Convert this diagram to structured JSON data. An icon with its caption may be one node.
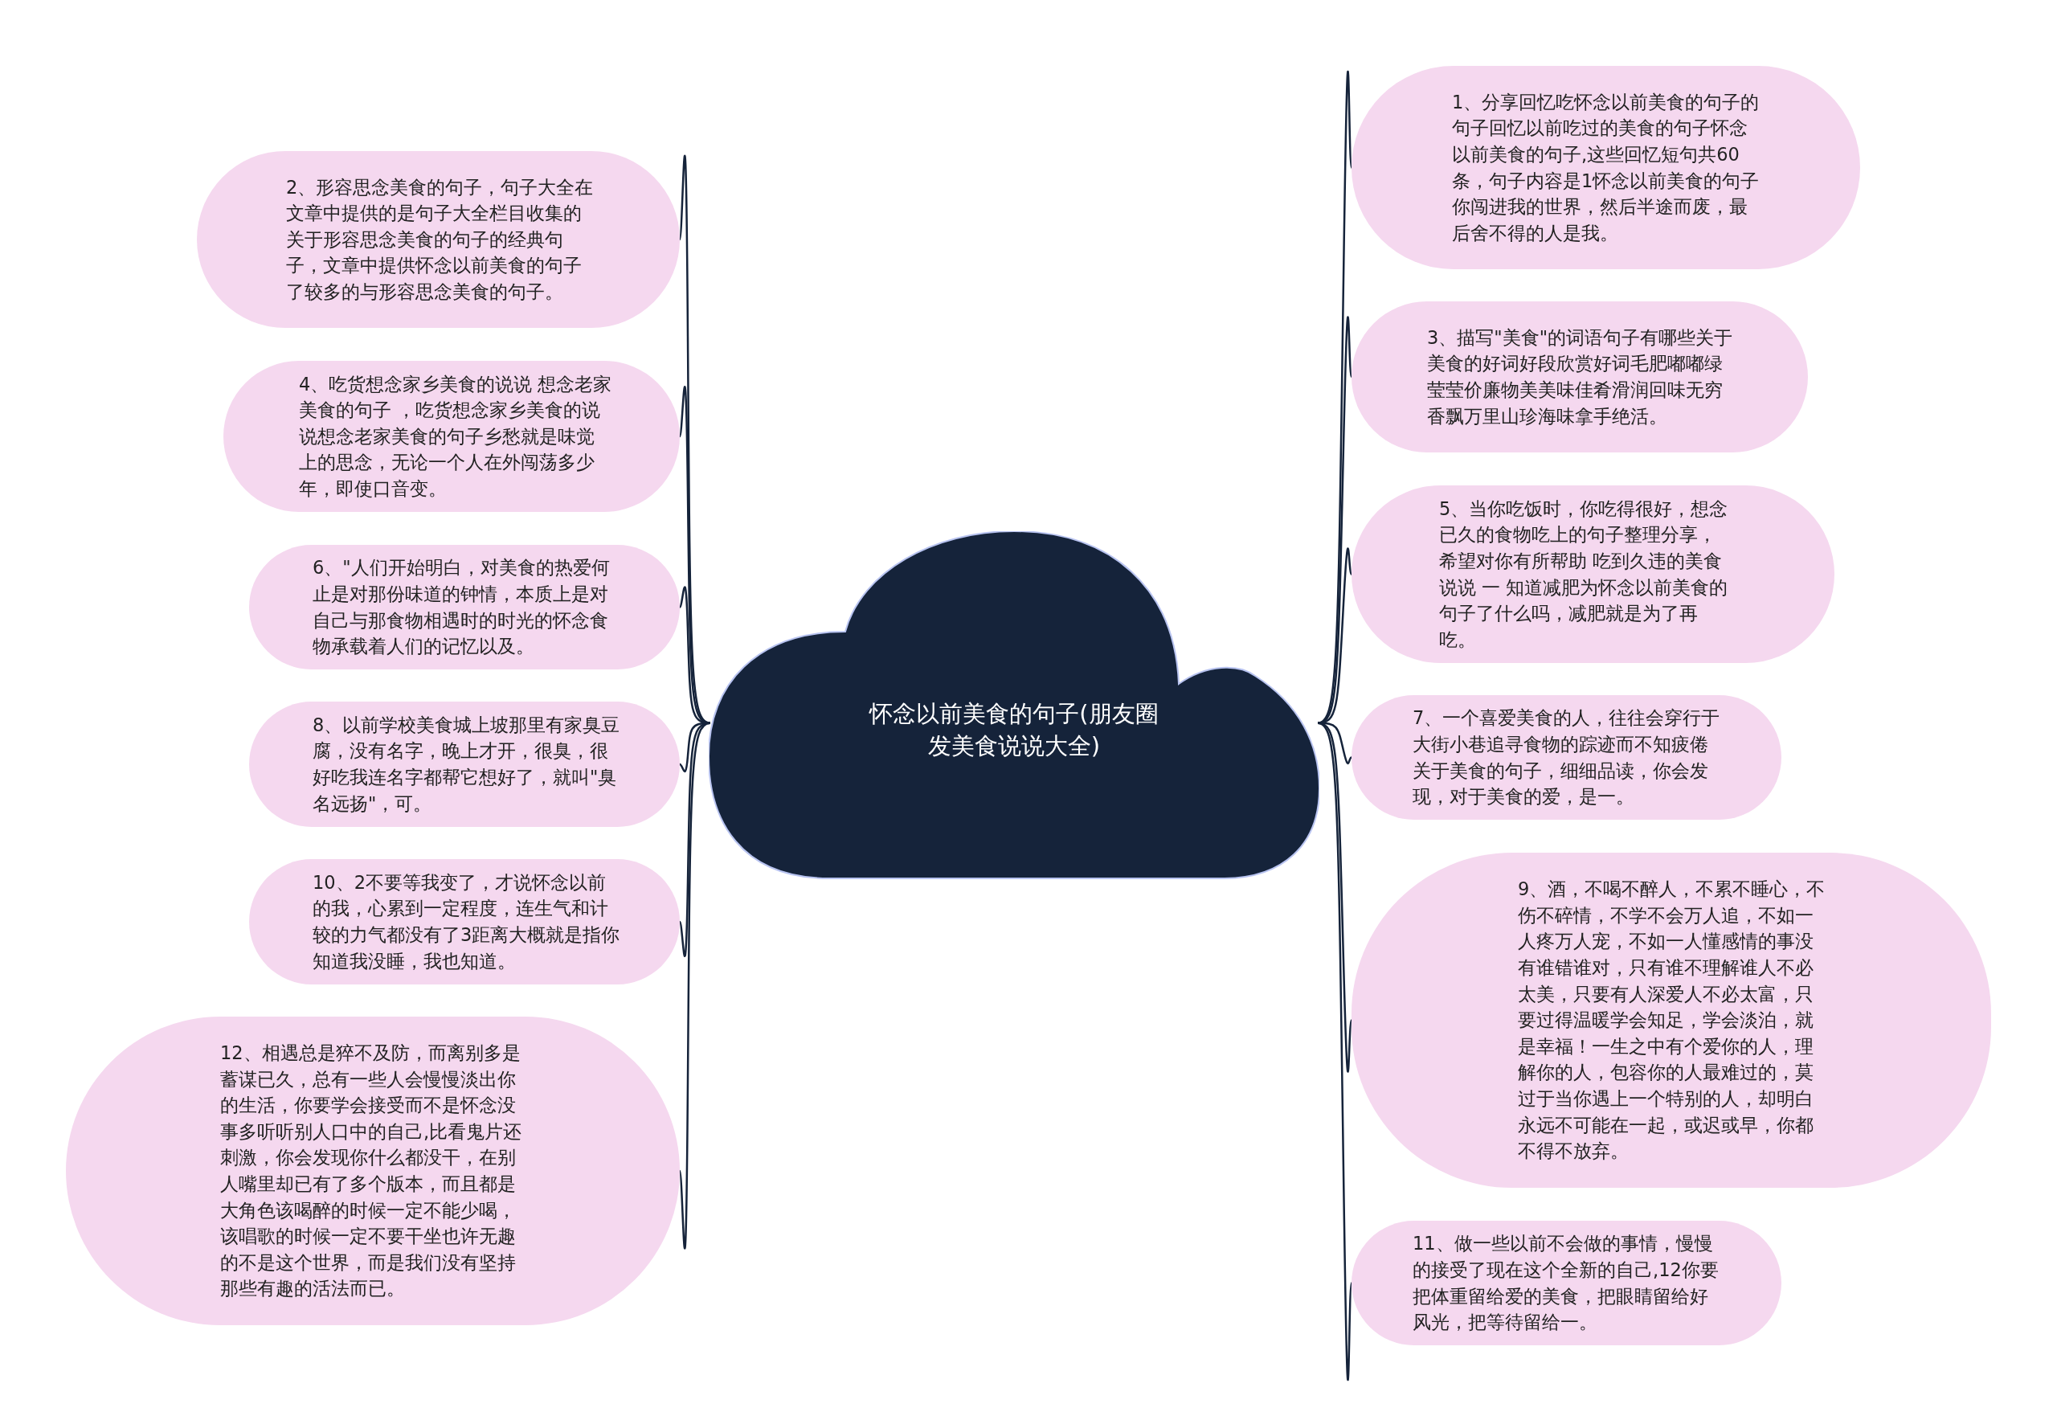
{
  "diagram": {
    "nodes": [
      {
        "text": [
          "怀念以前美食的句子(朋友圈发美食说说大全)"
        ]
      },
      {
        "text": [
          "1、分享回忆吃怀念以前美食的句子的句子回忆以前吃过的美食的句子怀念以前美食的句子,这些回忆短句共60条，句子内容是1怀念以前美食的句子你闯进我的世界，然后半途而废，最后舍不得的人是我。"
        ]
      },
      {
        "text": [
          "2、形容思念美食的句子，句子大全在文章中提供的是句子大全栏目收集的关于形容思念美食的句子的经典句子，文章中提供怀念以前美食的句子了较多的与形容思念美食的句子。"
        ]
      },
      {
        "text": [
          "3、描写\"美食\"的词语句子有哪些关于美食的好词好段欣赏好词毛肥嘟嘟绿莹莹价廉物美美味佳肴滑润回味无穷香飘万里山珍海味拿手绝活。"
        ]
      },
      {
        "text": [
          "4、吃货想念家乡美食的说说 想念老家美食的句子 ，吃货想念家乡美食的说说想念老家美食的句子乡愁就是味觉上的思念，无论一个人在外闯荡多少年，即使口音变。"
        ]
      },
      {
        "text": [
          "5、当你吃饭时，你吃得很好，想念已久的食物吃上的句子整理分享，希望对你有所帮助 吃到久违的美食说说 一 知道减肥为怀念以前美食的句子了什么吗，减肥就是为了再吃。"
        ]
      },
      {
        "text": [
          "6、\"人们开始明白，对美食的热爱何止是对那份味道的钟情，本质上是对自己与那食物相遇时的时光的怀念食物承载着人们的记忆以及。"
        ]
      },
      {
        "text": [
          "7、一个喜爱美食的人，往往会穿行于大街小巷追寻食物的踪迹而不知疲倦关于美食的句子，细细品读，你会发现，对于美食的爱，是一。"
        ]
      },
      {
        "text": [
          "8、以前学校美食城上坡那里有家臭豆腐，没有名字，晚上才开，很臭，很好吃我连名字都帮它想好了，就叫\"臭名远扬\"，可。"
        ]
      },
      {
        "text": [
          "9、酒，不喝不醉人，不累不睡心，不伤不碎情，不学不会万人追，不如一人疼万人宠，不如一人懂感情的事没有谁错谁对，只有谁不理解谁人不必太美，只要有人深爱人不必太富，只要过得温暖学会知足，学会淡泊，就是幸福！一生之中有个爱你的人，理解你的人，包容你的人最难过的，莫过于当你遇上一个特别的人，却明白永远不可能在一起，或迟或早，你都不得不放弃。"
        ]
      },
      {
        "text": [
          "10、2不要等我变了，才说怀念以前的我，心累到一定程度，连生气和计较的力气都没有了3距离大概就是指你知道我没睡，我也知道。"
        ]
      },
      {
        "text": [
          "11、做一些以前不会做的事情，慢慢的接受了现在这个全新的自己,12你要把体重留给爱的美食，把眼睛留给好风光，把等待留给一。"
        ]
      },
      {
        "text": [
          "12、相遇总是猝不及防，而离别多是蓄谋已久，总有一些人会慢慢淡出你的生活，你要学会接受而不是怀念没事多听听别人口中的自己,比看鬼片还刺激，你会发现你什么都没干，在别人嘴里却已有了多个版本，而且都是大角色该喝醉的时候一定不能少喝，该唱歌的时候一定不要干坐也许无趣的不是这个世界，而是我们没有坚持那些有趣的活法而已。"
        ]
      }
    ],
    "edges": [
      {
        "from": 0,
        "to": 1,
        "arrow": "none"
      },
      {
        "from": 0,
        "to": 2,
        "arrow": "none"
      },
      {
        "from": 0,
        "to": 3,
        "arrow": "none"
      },
      {
        "from": 0,
        "to": 4,
        "arrow": "none"
      },
      {
        "from": 0,
        "to": 5,
        "arrow": "none"
      },
      {
        "from": 0,
        "to": 6,
        "arrow": "none"
      },
      {
        "from": 0,
        "to": 7,
        "arrow": "none"
      },
      {
        "from": 0,
        "to": 8,
        "arrow": "none"
      },
      {
        "from": 0,
        "to": 9,
        "arrow": "none"
      },
      {
        "from": 0,
        "to": 10,
        "arrow": "none"
      },
      {
        "from": 0,
        "to": 11,
        "arrow": "none"
      },
      {
        "from": 0,
        "to": 12,
        "arrow": "none"
      }
    ]
  }
}
